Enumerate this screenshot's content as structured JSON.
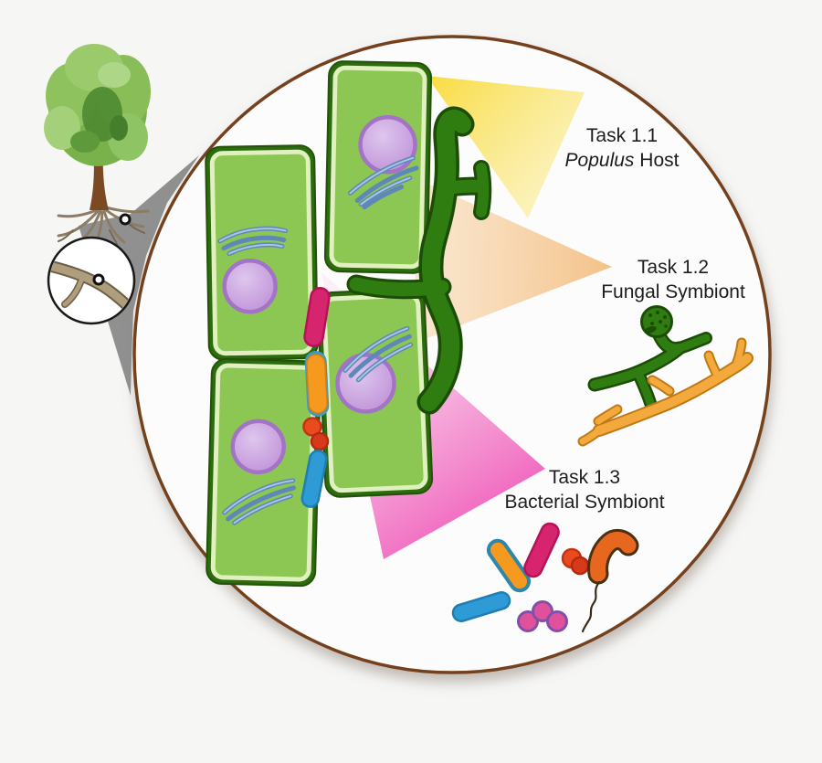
{
  "figure": {
    "description": "Circular inset diagram of a Populus tree root zoomed to plant cells with fungal and bacterial symbionts",
    "tasks": [
      {
        "title": "Task 1.1",
        "subtitle_italic": "Populus",
        "subtitle": " Host",
        "beam_color": "#F8DB3E"
      },
      {
        "title": "Task 1.2",
        "subtitle_italic": "",
        "subtitle": "Fungal Symbiont",
        "beam_color": "#F3BA76"
      },
      {
        "title": "Task 1.3",
        "subtitle_italic": "",
        "subtitle": "Bacterial Symbiont",
        "beam_color": "#F16EC1"
      }
    ],
    "palette": {
      "page_background": "#F6F6F5",
      "circle_fill": "#FCFCFC",
      "circle_border": "#74411A",
      "zoom_beam_gray": "#8A8A8A",
      "beam_yellow": "#F9DB3C",
      "beam_orange": "#F0A958",
      "beam_pink": "#F060BC",
      "cell_wall_green": "#2C6B0E",
      "cell_inner_ring": "#E0F0BE",
      "cell_fill": "#8CC653",
      "nucleus_purple": "#C79EDD",
      "nucleus_border": "#A373C6",
      "organelle_blue": "#5E88B8",
      "hypha_green": "#2F7C11",
      "hypha_outline": "#1B4D06",
      "hypha_orange": "#F3A93C",
      "bacteria_magenta": "#D6246E",
      "bacteria_orange": "#F5991F",
      "bacteria_orange_red": "#E8671F",
      "bacteria_blue": "#2E9BD6",
      "bacteria_red": "#EA4B1E",
      "bacteria_pink": "#E0509B",
      "bacteria_pink_outline": "#8050A8",
      "tree_canopy": "#79B14B",
      "tree_trunk": "#7B4A22",
      "tree_root": "#8C7C66",
      "magnifier_root_tan": "#AF9E7D"
    },
    "illustrations": [
      "tree-illustration",
      "root-zoom-circle",
      "zoom-beam",
      "main-circle",
      "plant-cells-illustration",
      "hypha-illustration",
      "bacteria-column-illustration",
      "fungal-symbiont-illustration",
      "bacterial-symbiont-illustration"
    ]
  },
  "tasks": [
    {
      "title": "Task 1.1",
      "subtitle_italic": "Populus",
      "subtitle": " Host"
    },
    {
      "title": "Task 1.2",
      "subtitle_italic": "",
      "subtitle": "Fungal Symbiont"
    },
    {
      "title": "Task 1.3",
      "subtitle_italic": "",
      "subtitle": "Bacterial Symbiont"
    }
  ]
}
